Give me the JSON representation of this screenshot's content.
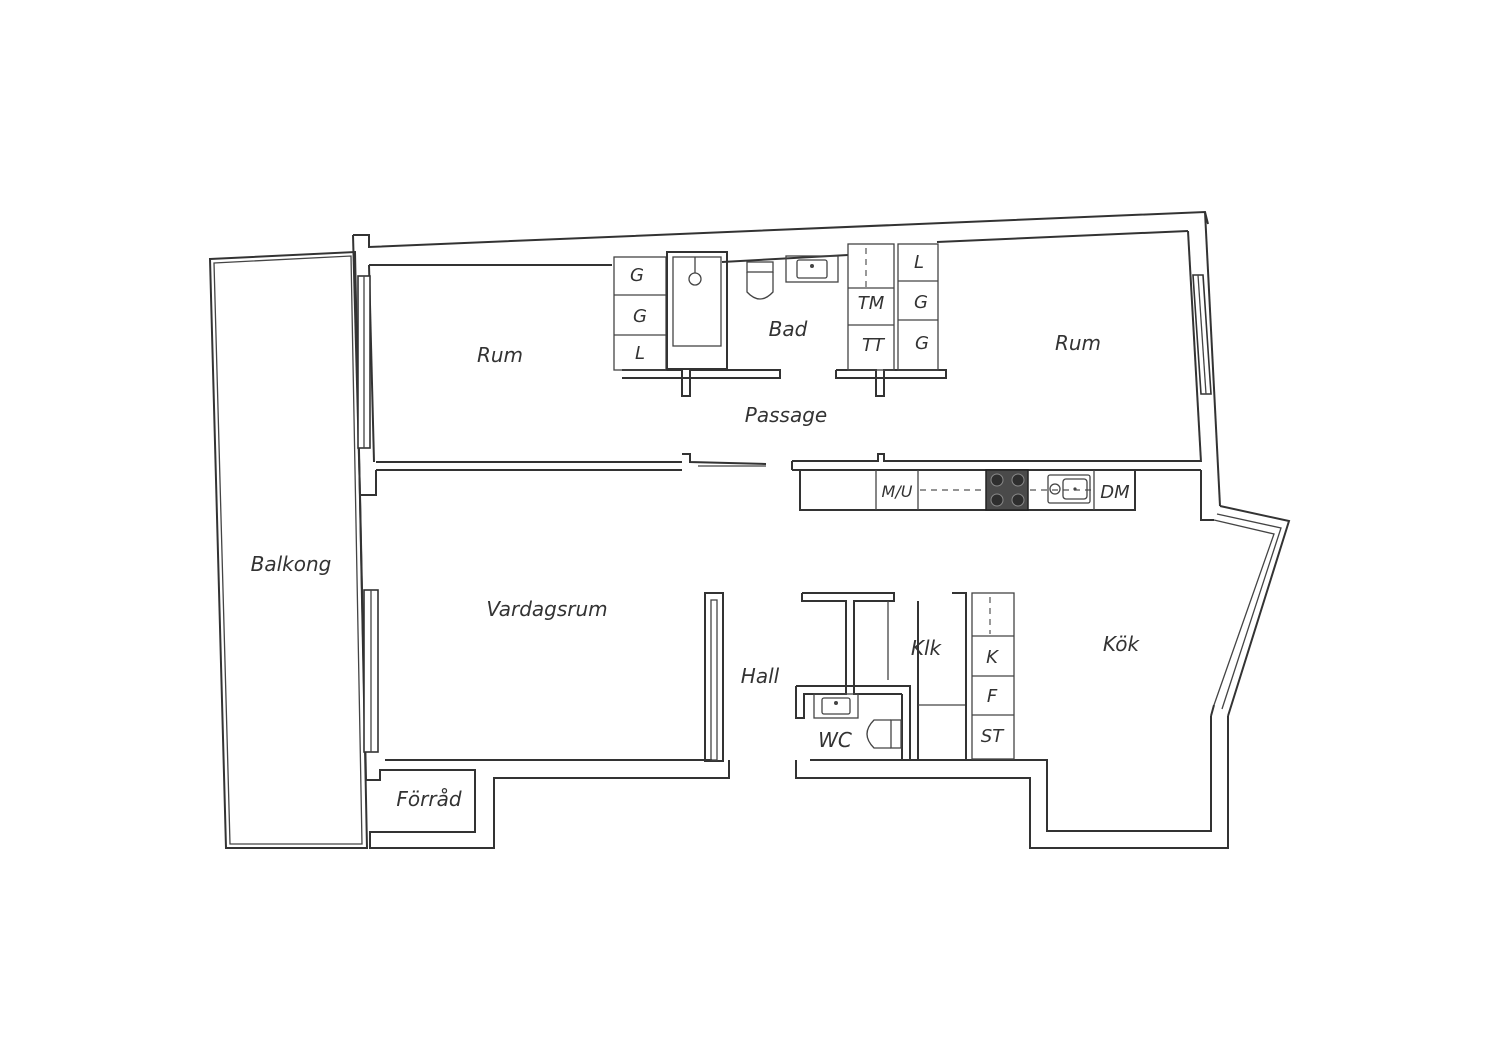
{
  "rooms": {
    "rum_left": "Rum",
    "bad": "Bad",
    "rum_right": "Rum",
    "passage": "Passage",
    "balkong": "Balkong",
    "vardagsrum": "Vardagsrum",
    "hall": "Hall",
    "klk": "Klk",
    "kok": "Kök",
    "wc": "WC",
    "forrad": "Förråd"
  },
  "fixtures": {
    "left_closet": [
      "G",
      "G",
      "L"
    ],
    "bath_units": [
      "TM",
      "TT"
    ],
    "right_closet": [
      "L",
      "G",
      "G"
    ],
    "kitchen_counter": [
      "M/U",
      "DM"
    ],
    "kitchen_storage": [
      "K",
      "F",
      "ST"
    ]
  }
}
